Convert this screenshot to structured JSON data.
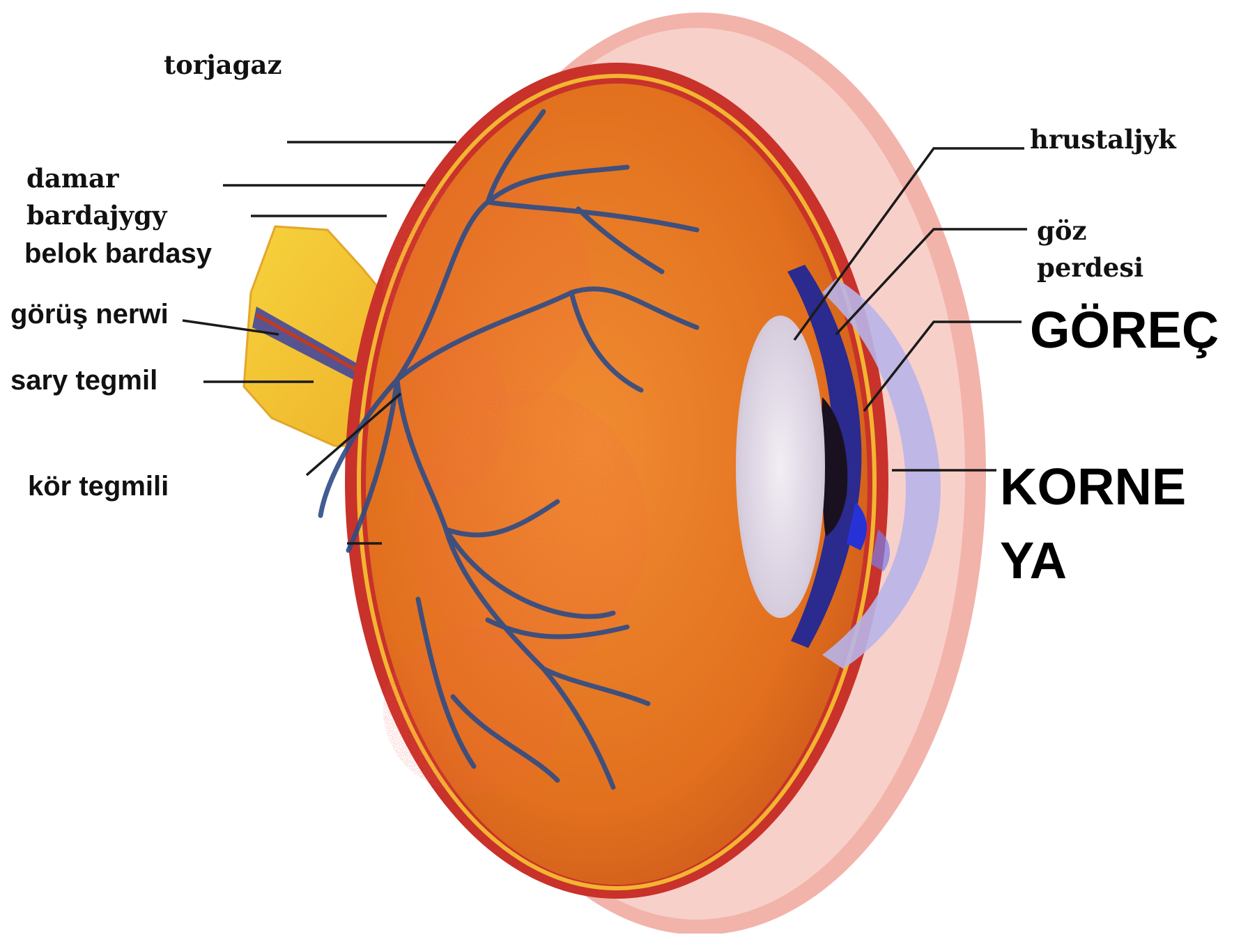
{
  "labels": {
    "torjagaz": "torjagaz",
    "damar": "damar",
    "bardajygy": "bardajygy",
    "belok_bardasy": "belok bardasy",
    "gorus_nerwi": "görüş nerwi",
    "sary_tegmil": "sary tegmil",
    "kor_tegmili": "kör tegmili",
    "hrustaljyk": "hrustaljyk",
    "goz": "göz",
    "perdesi": "perdesi",
    "gorec": "GÖREÇ",
    "korne": "KORNE",
    "ya": "YA"
  },
  "colors": {
    "sclera": "#f2b3ab",
    "sclera_inner": "#f8d2cf",
    "choroid": "#c8322a",
    "retina_line": "#f3b531",
    "vitreous": "#e06a1a",
    "vitreous_center": "#ee8a2c",
    "blood_spots": "#e8201c",
    "vessels": "#2a4a8a",
    "nerve": "#f2c22a",
    "lens": "#e6e0ea",
    "iris": "#2b2a8e",
    "pupil": "#1a1120",
    "cornea": "#b8b4e8",
    "leader_lines": "#1a1a1a"
  }
}
